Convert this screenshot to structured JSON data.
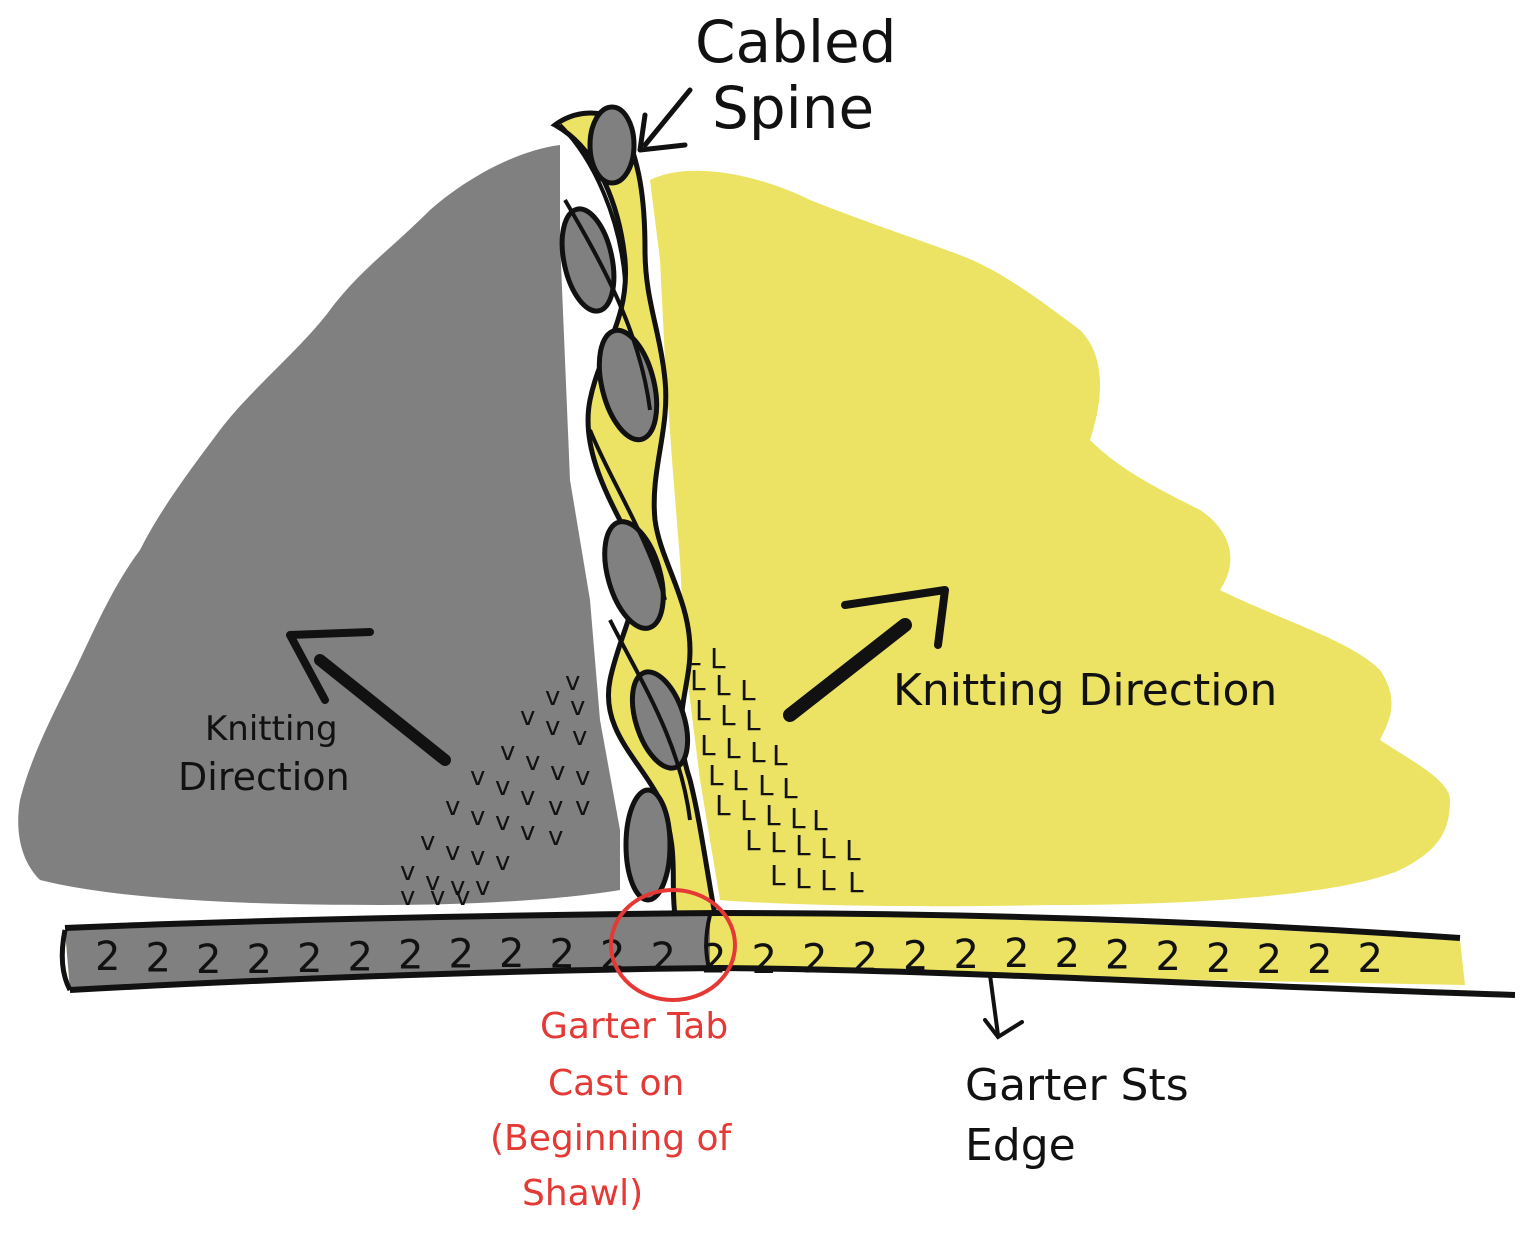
{
  "labels": {
    "spine_line1": "Cabled",
    "spine_line2": "Spine",
    "left_direction_line1": "Knitting",
    "left_direction_line2": "Direction",
    "right_direction": "Knitting Direction",
    "tab_line1": "Garter Tab",
    "tab_line2": "Cast on",
    "tab_line3": "(Beginning of",
    "tab_line4": "Shawl)",
    "edge_line1": "Garter Sts",
    "edge_line2": "Edge"
  },
  "stitch_glyphs": {
    "garter": "2",
    "left_v": "v",
    "right_l": "L"
  },
  "colors": {
    "gray": "#808080",
    "yellow": "#ECE364",
    "ink": "#111111",
    "accent_red": "#E53935"
  }
}
